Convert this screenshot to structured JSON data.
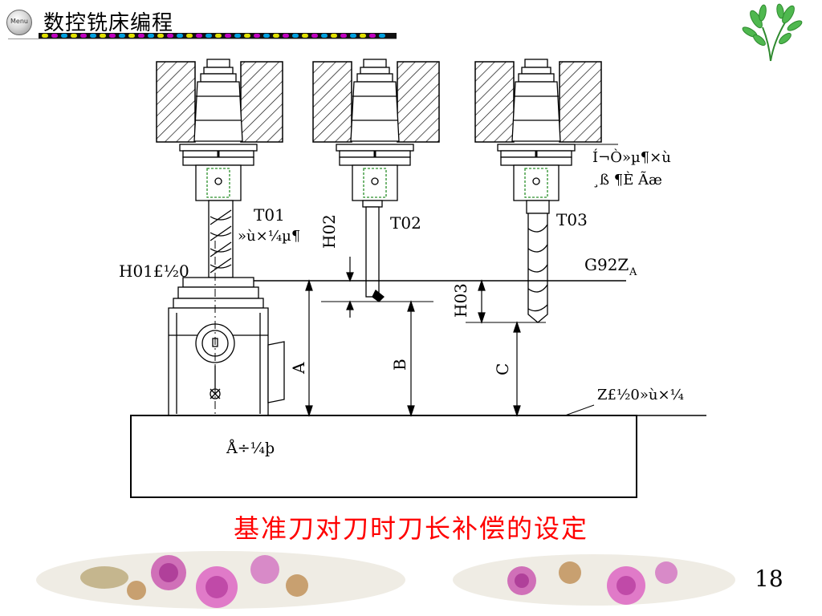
{
  "header": {
    "menu_label": "Menu",
    "title": "数控铣床编程"
  },
  "diagram": {
    "tools": [
      {
        "name": "T01",
        "note": "»ù×¼µ¶"
      },
      {
        "name": "T02"
      },
      {
        "name": "T03"
      }
    ],
    "spindle_note": [
      "Í¬Ò»µ¶×ù",
      "¸ß ¶È  Ãæ"
    ],
    "labels": {
      "h01": "H01£½0",
      "h02": "H02",
      "h03": "H03",
      "g92": "G92Z",
      "g92_sub": "A",
      "dim_a": "A",
      "dim_b": "B",
      "dim_c": "C",
      "z_ref": "Z£½0»ù×¼",
      "table_label": "Å÷¼þ"
    }
  },
  "caption": "基准刀对刀时刀长补偿的设定",
  "page_number": "18",
  "colors": {
    "caption": "#ff0000",
    "line": "#000000",
    "guide": "#2a8f2a"
  }
}
